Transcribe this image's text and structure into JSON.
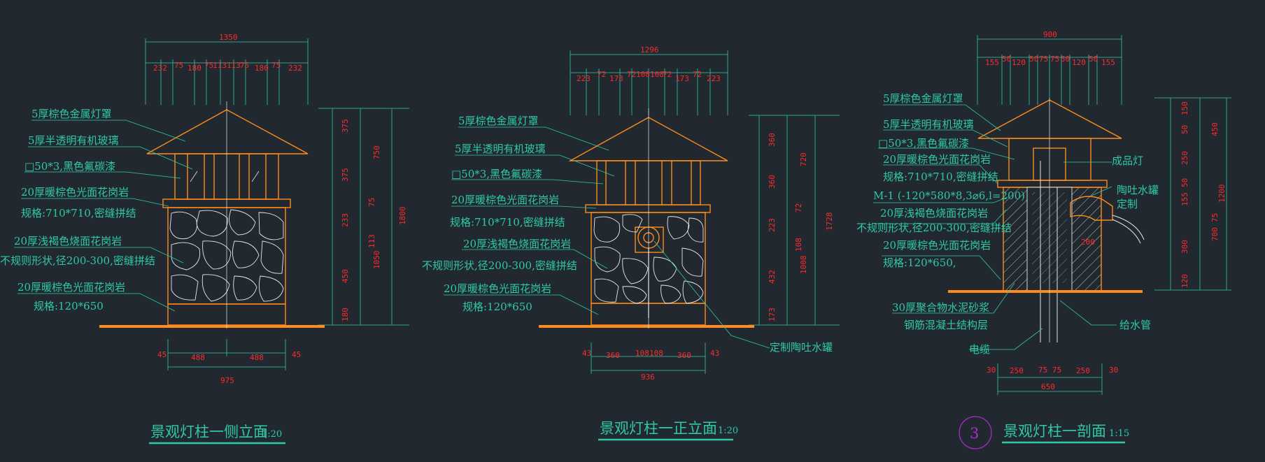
{
  "colors": {
    "background": "#212830",
    "outline": "#ff8c1a",
    "dimension": "#ff2a2a",
    "label": "#2fc9a6",
    "white_line": "#e8e8e8",
    "callout_circle": "#b02bd0"
  },
  "views": {
    "side": {
      "title": "景观灯柱一侧立面",
      "scale": "1:20",
      "top_total": "1350",
      "top_dims": [
        "232",
        "75",
        "180",
        "75",
        "113",
        "113",
        "75",
        "180",
        "75",
        "232"
      ],
      "bottom_dims": [
        "45",
        "488",
        "488",
        "45"
      ],
      "bottom_total": "975",
      "right_dims": [
        "375",
        "375",
        "75",
        "233",
        "113",
        "450",
        "180"
      ],
      "right_mid": [
        "750",
        "1050"
      ],
      "right_total": "1800",
      "labels": [
        "5厚棕色金属灯罩",
        "5厚半透明有机玻璃",
        "□50*3,黑色氟碳漆",
        "20厚暖棕色光面花岗岩",
        "规格:710*710,密缝拼结",
        "20厚浅褐色烧面花岗岩",
        "不规则形状,径200-300,密缝拼结",
        "20厚暖棕色光面花岗岩",
        "规格:120*650"
      ]
    },
    "front": {
      "title": "景观灯柱一正立面",
      "scale": "1:20",
      "top_total": "1296",
      "top_dims": [
        "223",
        "72",
        "173",
        "72",
        "108",
        "108",
        "72",
        "173",
        "72",
        "223"
      ],
      "bottom_dims": [
        "43",
        "360",
        "108",
        "108",
        "360",
        "43"
      ],
      "bottom_total": "936",
      "right_dims": [
        "360",
        "360",
        "72",
        "223",
        "108",
        "432",
        "173"
      ],
      "right_mid": [
        "720",
        "1008"
      ],
      "right_total": "1728",
      "labels": [
        "5厚棕色金属灯罩",
        "5厚半透明有机玻璃",
        "□50*3,黑色氟碳漆",
        "20厚暖棕色光面花岗岩",
        "规格:710*710,密缝拼结",
        "20厚浅褐色烧面花岗岩",
        "不规则形状,径200-300,密缝拼结",
        "20厚暖棕色光面花岗岩",
        "规格:120*650",
        "定制陶吐水罐"
      ]
    },
    "section": {
      "number": "3",
      "title": "景观灯柱一剖面",
      "scale": "1:15",
      "top_total": "900",
      "top_dims": [
        "155",
        "50",
        "120",
        "50",
        "75",
        "75",
        "50",
        "120",
        "50",
        "155"
      ],
      "bottom_dims": [
        "30",
        "250",
        "75",
        "75",
        "250",
        "30"
      ],
      "bottom_total": "650",
      "right_dims": [
        "150",
        "250",
        "50",
        "155",
        "300",
        "120"
      ],
      "right_mid": [
        "450",
        "75",
        "700"
      ],
      "right_total": "1200",
      "right_top_extra": "50",
      "inner_dim": "200",
      "labels": [
        "5厚棕色金属灯罩",
        "5厚半透明有机玻璃",
        "□50*3,黑色氟碳漆",
        "20厚暖棕色光面花岗岩",
        "规格:710*710,密缝拼结",
        "M-1 (-120*580*8,3⌀6,l=200)",
        "20厚浅褐色烧面花岗岩",
        "不规则形状,径200-300,密缝拼结",
        "20厚暖棕色光面花岗岩",
        "规格:120*650,",
        "30厚聚合物水泥砂浆",
        "钢筋混凝土结构层",
        "电缆",
        "成品灯",
        "陶吐水罐",
        "定制",
        "给水管"
      ]
    }
  }
}
